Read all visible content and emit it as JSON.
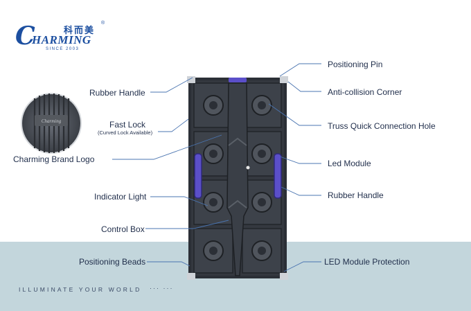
{
  "logo": {
    "initial": "C",
    "rest": "HARMING",
    "chinese": "科而美",
    "registered": "®",
    "since": "SINCE 2003"
  },
  "inset": {
    "badge_text": "Charming"
  },
  "labels_left": {
    "rubber_handle": "Rubber Handle",
    "fast_lock": "Fast Lock",
    "fast_lock_note": "(Curved Lock Available)",
    "brand_logo": "Charming Brand Logo",
    "indicator_light": "Indicator Light",
    "control_box": "Control Box",
    "positioning_beads": "Positioning Beads"
  },
  "labels_right": {
    "positioning_pin": "Positioning Pin",
    "anti_collision": "Anti-collision Corner",
    "truss_hole": "Truss Quick Connection Hole",
    "led_module": "Led Module",
    "rubber_handle": "Rubber Handle",
    "module_protection": "LED Module Protection"
  },
  "footer": {
    "tagline": "ILLUMINATE YOUR WORLD",
    "dots": "···  ···"
  },
  "colors": {
    "brand_blue": "#1c4fa0",
    "leader_line": "#4a74b0",
    "band": "#c3d6dc",
    "cabinet_dark": "#2b2f36",
    "handle_purple": "#5b4fc9"
  }
}
